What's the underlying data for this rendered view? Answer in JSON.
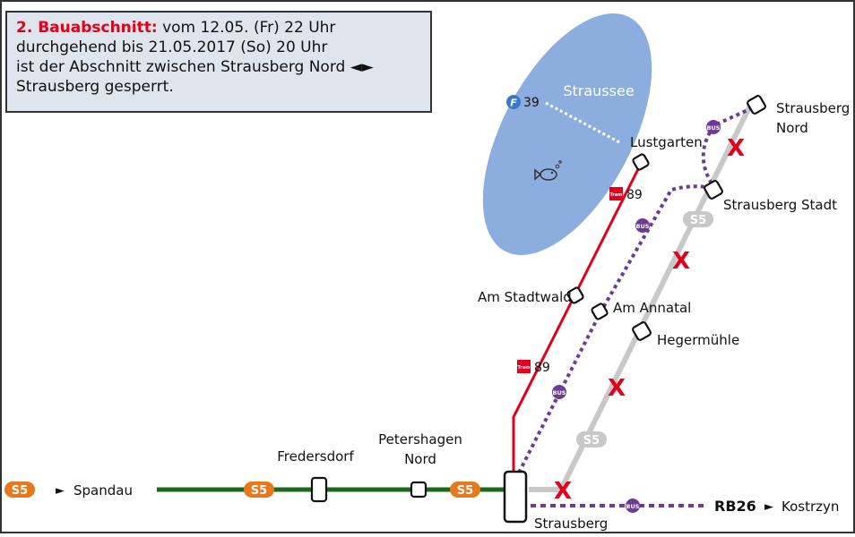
{
  "notice": {
    "highlight": "2. Bauabschnitt:",
    "line1_rest": " vom 12.05. (Fr) 22 Uhr",
    "line2": "durchgehend bis 21.05.2017 (So) 20 Uhr",
    "line3": "ist der Abschnitt zwischen Strausberg Nord ◄►",
    "line4": "Strausberg gesperrt."
  },
  "lake": {
    "name": "Straussee",
    "ferry_badge": "F",
    "ferry_line": "39"
  },
  "stations": {
    "strausberg_nord_1": "Strausberg",
    "strausberg_nord_2": "Nord",
    "strausberg_stadt": "Strausberg Stadt",
    "lustgarten": "Lustgarten",
    "am_stadtwald": "Am Stadtwald",
    "am_annatal": "Am Annatal",
    "hegermuehle": "Hegermühle",
    "strausberg": "Strausberg",
    "fredersdorf": "Fredersdorf",
    "petershagen_1": "Petershagen",
    "petershagen_2": "Nord"
  },
  "lines": {
    "s5_label": "S5",
    "tram_badge": "Tram",
    "tram_line": "89",
    "bus_badge": "BUS",
    "closure_mark": "X",
    "spandau_arrow": "►",
    "spandau_label": "Spandau",
    "rb26_label": "RB26",
    "rb26_arrow": "►",
    "kostrzyn_label": "Kostrzyn"
  },
  "colors": {
    "s5_orange": "#e8781e",
    "s5_closed_grey": "#c8c8c8",
    "sbahn_green": "#1a6a1a",
    "tram_red": "#e2001a",
    "bus_purple": "#6e3a97",
    "lake_blue": "#8caede",
    "notice_bg": "#dfe5ed",
    "ferry_blue": "#3a78c8"
  }
}
